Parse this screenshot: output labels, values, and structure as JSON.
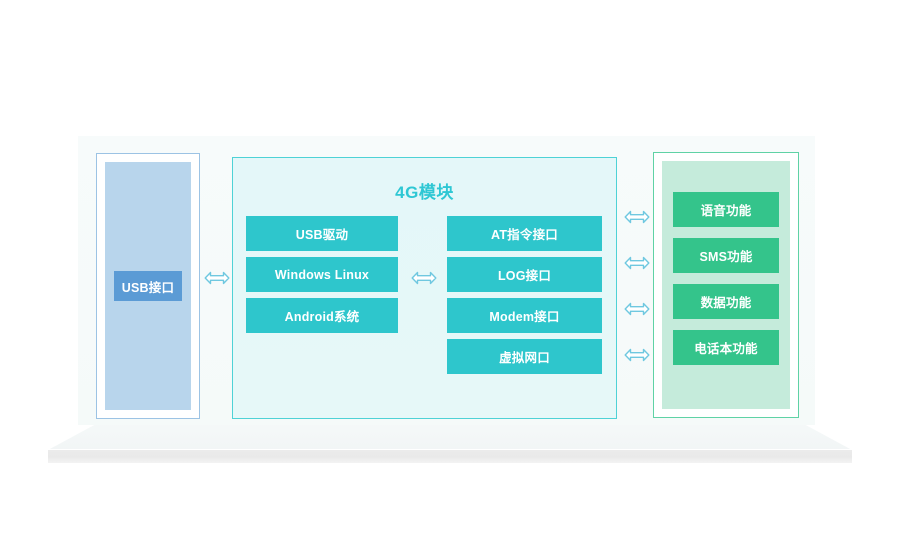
{
  "diagram": {
    "title_block": {
      "module_title": "4G模块"
    },
    "left_panel": {
      "name": "usb-interface-panel",
      "chip_label": "USB接口",
      "chip_color": "#5b9bd5",
      "panel_fill": "#b8d5ec",
      "border_color": "#9cc3e4"
    },
    "module_panel": {
      "name": "4g-module-panel",
      "border_color": "#4ed2d6",
      "fill": "#e4f7f9",
      "title_color": "#2ec7d4",
      "box_color": "#2ec6cc",
      "left_column": [
        {
          "label": "USB驱动"
        },
        {
          "label": "Windows Linux"
        },
        {
          "label": "Android系统"
        }
      ],
      "right_column": [
        {
          "label": "AT指令接口"
        },
        {
          "label": "LOG接口"
        },
        {
          "label": "Modem接口"
        },
        {
          "label": "虚拟网口"
        }
      ]
    },
    "right_panel": {
      "name": "features-panel",
      "border_color": "#5fd2a5",
      "panel_fill": "#c5ebdb",
      "box_color": "#34c48b",
      "items": [
        {
          "label": "语音功能"
        },
        {
          "label": "SMS功能"
        },
        {
          "label": "数据功能"
        },
        {
          "label": "电话本功能"
        }
      ]
    },
    "connectors": [
      {
        "name": "usb-to-module",
        "icon": "double-arrow-icon"
      },
      {
        "name": "module-internal",
        "icon": "double-arrow-icon"
      },
      {
        "name": "module-to-voice",
        "icon": "double-arrow-icon"
      },
      {
        "name": "module-to-sms",
        "icon": "double-arrow-icon"
      },
      {
        "name": "module-to-data",
        "icon": "double-arrow-icon"
      },
      {
        "name": "module-to-phonebook",
        "icon": "double-arrow-icon"
      }
    ],
    "arrow_color": "#6fc8e0",
    "background_color": "#ffffff",
    "platform_color": "#f2f5f6"
  }
}
